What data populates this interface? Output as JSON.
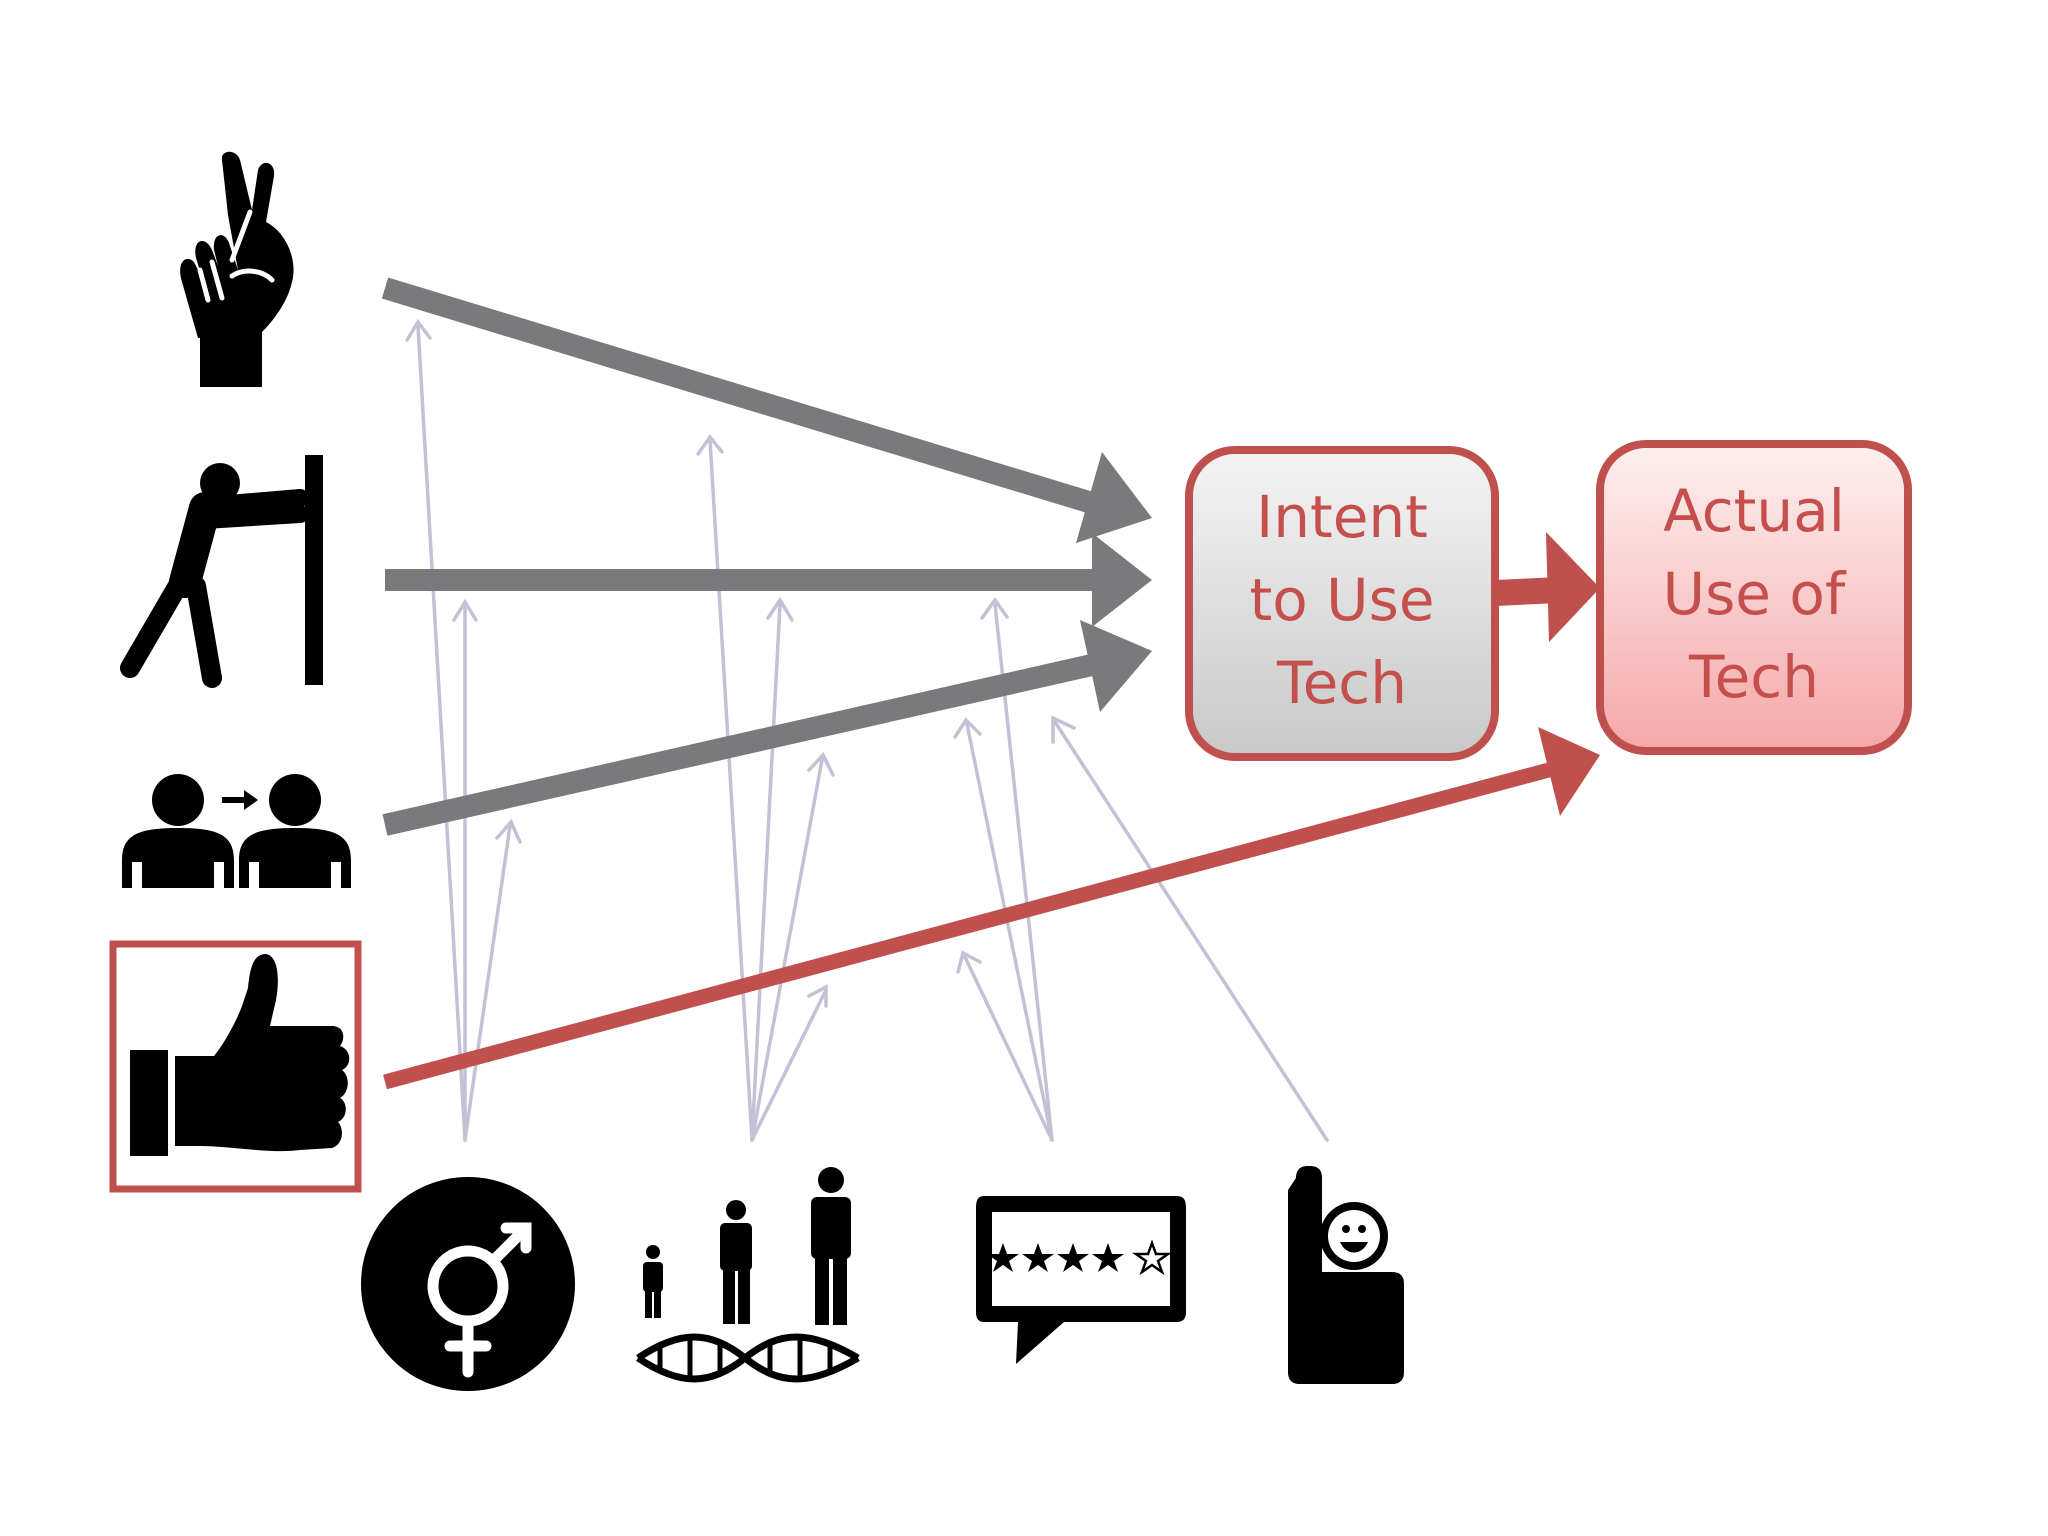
{
  "colors": {
    "background": "#ffffff",
    "factor_arrow": "#7a7a7c",
    "moderator_arrow": "#c4c0d6",
    "highlight": "#c0504d",
    "box_text": "#c44f4c",
    "intent_fill_top": "#f4f4f4",
    "intent_fill_bottom": "#c8c8c8",
    "actual_fill_top": "#fdf0f0",
    "actual_fill_bottom": "#f5a8a8",
    "icon": "#000000"
  },
  "factors": [
    {
      "id": "performance-expectancy",
      "icon": "crossed-fingers-icon",
      "highlighted": false
    },
    {
      "id": "effort-expectancy",
      "icon": "person-pushing-wall-icon",
      "highlighted": false
    },
    {
      "id": "social-influence",
      "icon": "people-influence-icon",
      "highlighted": false
    },
    {
      "id": "facilitating-conditions",
      "icon": "thumbs-up-icon",
      "highlighted": true
    }
  ],
  "moderators": [
    {
      "id": "gender",
      "icon": "gender-symbol-icon"
    },
    {
      "id": "age",
      "icon": "age-dna-icon"
    },
    {
      "id": "experience",
      "icon": "rating-speech-bubble-icon"
    },
    {
      "id": "voluntariness",
      "icon": "volunteer-hand-raised-icon"
    }
  ],
  "boxes": {
    "intent": {
      "lines": [
        "Intent",
        "to Use",
        "Tech"
      ]
    },
    "actual": {
      "lines": [
        "Actual",
        "Use of",
        "Tech"
      ]
    }
  }
}
